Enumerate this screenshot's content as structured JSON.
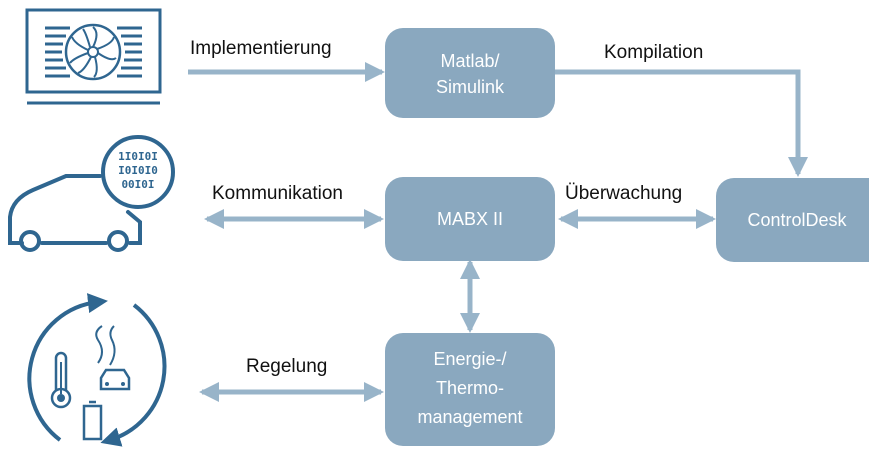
{
  "colors": {
    "box_fill": "#8aa8bf",
    "arrow": "#98b4c9",
    "icon": "#2f6690",
    "label_text": "#111111",
    "box_text": "#ffffff"
  },
  "nodes": {
    "matlab": {
      "line1": "Matlab/",
      "line2": "Simulink"
    },
    "mabx": {
      "label": "MABX II"
    },
    "controldesk": {
      "label": "ControlDesk"
    },
    "energy": {
      "line1": "Energie-/",
      "line2": "Thermo-",
      "line3": "management"
    }
  },
  "edges": {
    "implementierung": "Implementierung",
    "kompilation": "Kompilation",
    "kommunikation": "Kommunikation",
    "ueberwachung": "Überwachung",
    "regelung": "Regelung"
  },
  "icons": {
    "monitor": "monitor-fan-icon",
    "car": "car-binary-icon",
    "cycle": "thermal-cycle-icon"
  }
}
